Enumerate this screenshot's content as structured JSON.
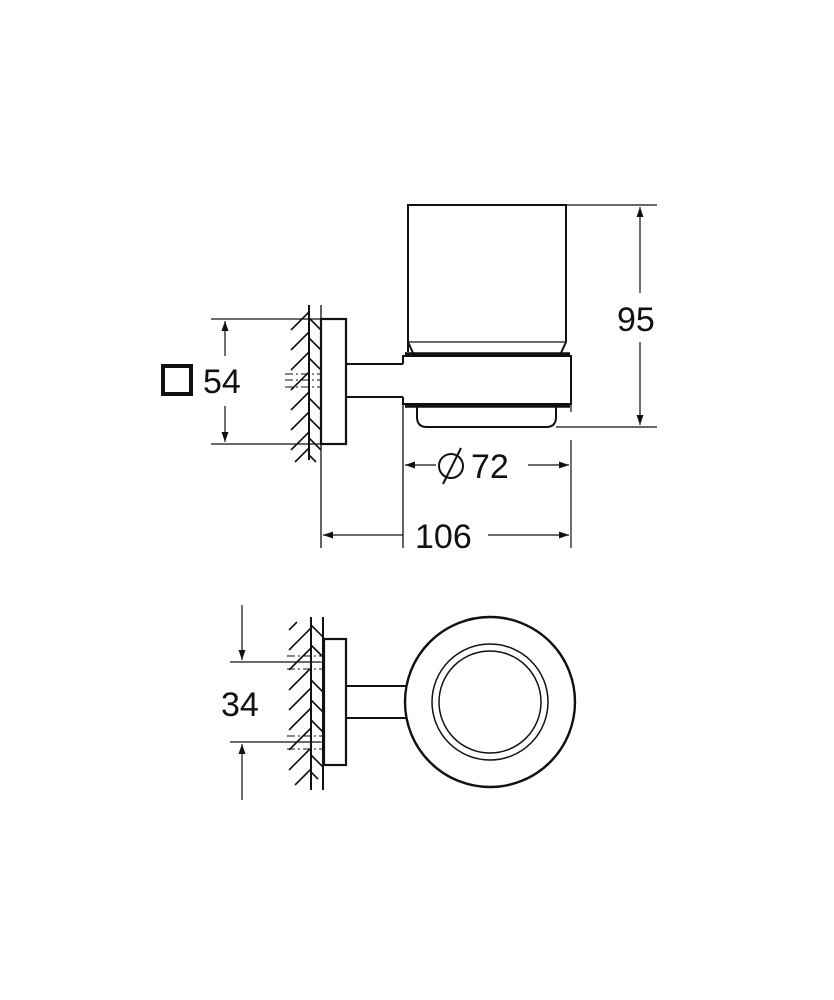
{
  "drawing": {
    "title": "Tumbler holder technical drawing",
    "stroke_color": "#111111",
    "background": "#ffffff",
    "side_view": {
      "dimensions": {
        "plate_size": {
          "symbol": "square",
          "value": "54"
        },
        "height": {
          "value": "95"
        },
        "diameter": {
          "symbol": "⌀",
          "value": "72"
        },
        "projection": {
          "value": "106"
        }
      }
    },
    "top_view": {
      "dimensions": {
        "hole_spacing": {
          "value": "34"
        }
      }
    }
  }
}
